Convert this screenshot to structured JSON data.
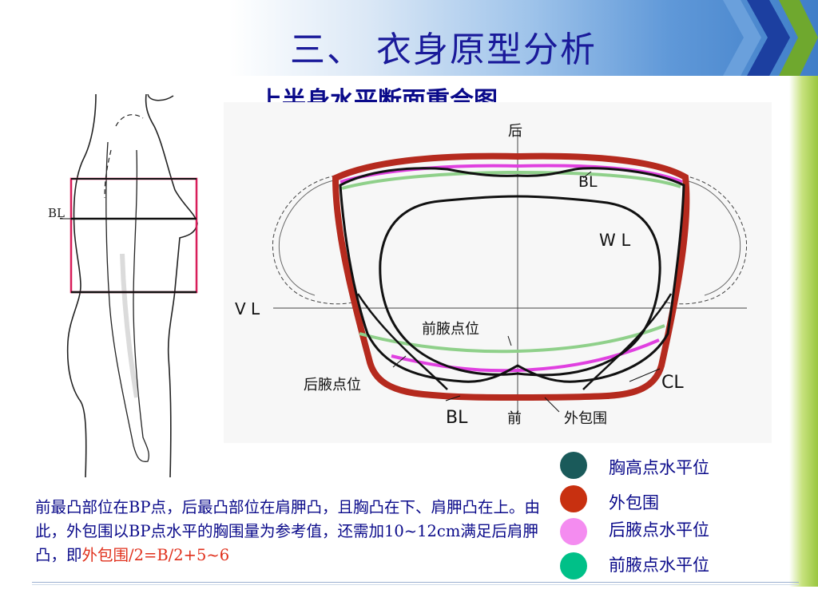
{
  "slide": {
    "title": "三、 衣身原型分析",
    "subtitle": "上半身水平断面重合图"
  },
  "figure": {
    "bl_label": "BL"
  },
  "diagram": {
    "label_back": "后",
    "label_front": "前",
    "label_bl_top": "BL",
    "label_wl": "W L",
    "label_vl": "V L",
    "label_front_armpit": "前腋点位",
    "label_back_armpit": "后腋点位",
    "label_cl": "CL",
    "label_bl_bottom": "BL",
    "label_outer": "外包围"
  },
  "legend": {
    "items": [
      {
        "label": "胸高点水平位",
        "color": "#1a5a5a"
      },
      {
        "label": "外包围",
        "color": "#c83010"
      },
      {
        "label": "后腋点水平位",
        "color": "#f48cf0"
      },
      {
        "label": "前腋点水平位",
        "color": "#00c088"
      }
    ]
  },
  "note": {
    "text": "前最凸部位在BP点，后最凸部位在肩胛凸，且胸凸在下、肩胛凸在上。由此，外包围以BP点水平的胸围量为参考值，还需加10~12cm满足后肩胛凸，即",
    "highlight": "外包围/2=B/2+5~6"
  },
  "colors": {
    "title": "#1a1a9a",
    "outer": "#b52a1e",
    "pink": "#e040e0",
    "green": "#8fd08a",
    "black": "#111111"
  }
}
